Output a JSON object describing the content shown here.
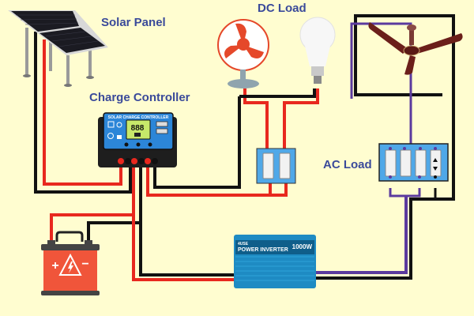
{
  "labels": {
    "solar_panel": "Solar Panel",
    "charge_controller": "Charge Controller",
    "dc_load": "DC Load",
    "ac_load": "AC Load"
  },
  "charge_controller": {
    "title": "SOLAR CHARGE CONTROLLER",
    "display": "888",
    "display_unit": "°"
  },
  "inverter": {
    "brand": "4USE",
    "title": "POWER INVERTER",
    "rating": "1000W"
  },
  "battery": {
    "plus": "+",
    "minus": "−"
  },
  "colors": {
    "background": "#FFFDD0",
    "wire_positive": "#E8281E",
    "wire_negative": "#111111",
    "wire_ac": "#5B3A9E",
    "label": "#3A4A9A",
    "switchboard": "#4FA8E8"
  }
}
